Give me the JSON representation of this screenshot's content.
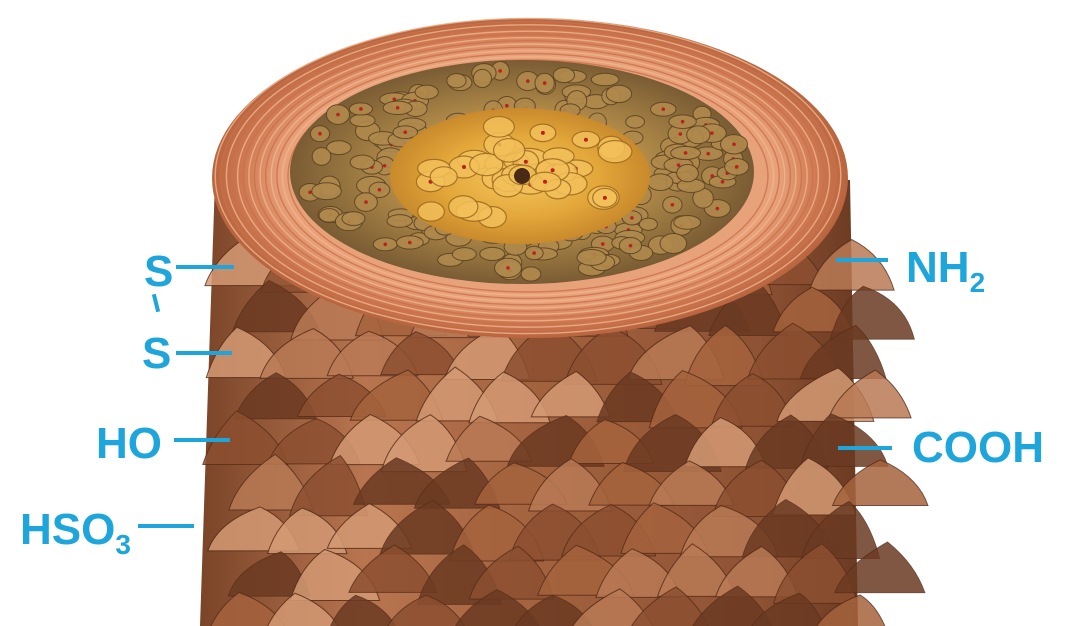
{
  "colors": {
    "label": "#1ea6dc",
    "shaft_dark": "#6b3a22",
    "shaft_mid": "#a5633d",
    "shaft_light": "#d49a74",
    "rim": "#c9704a",
    "rim_light": "#f2b58f",
    "cortex": "#8a6a3c",
    "cortex_cell": "#b0894c",
    "medulla": "#e0a63a",
    "medulla_light": "#f3c05a",
    "dot": "#b8241c",
    "background": "#ffffff"
  },
  "groups": {
    "s_top": {
      "text": "S"
    },
    "s_bottom": {
      "text": "S"
    },
    "ho": {
      "text": "HO"
    },
    "hso3": {
      "text": "HSO",
      "sub": "3"
    },
    "nh2": {
      "text": "NH",
      "sub": "2"
    },
    "cooh": {
      "text": "COOH"
    }
  }
}
